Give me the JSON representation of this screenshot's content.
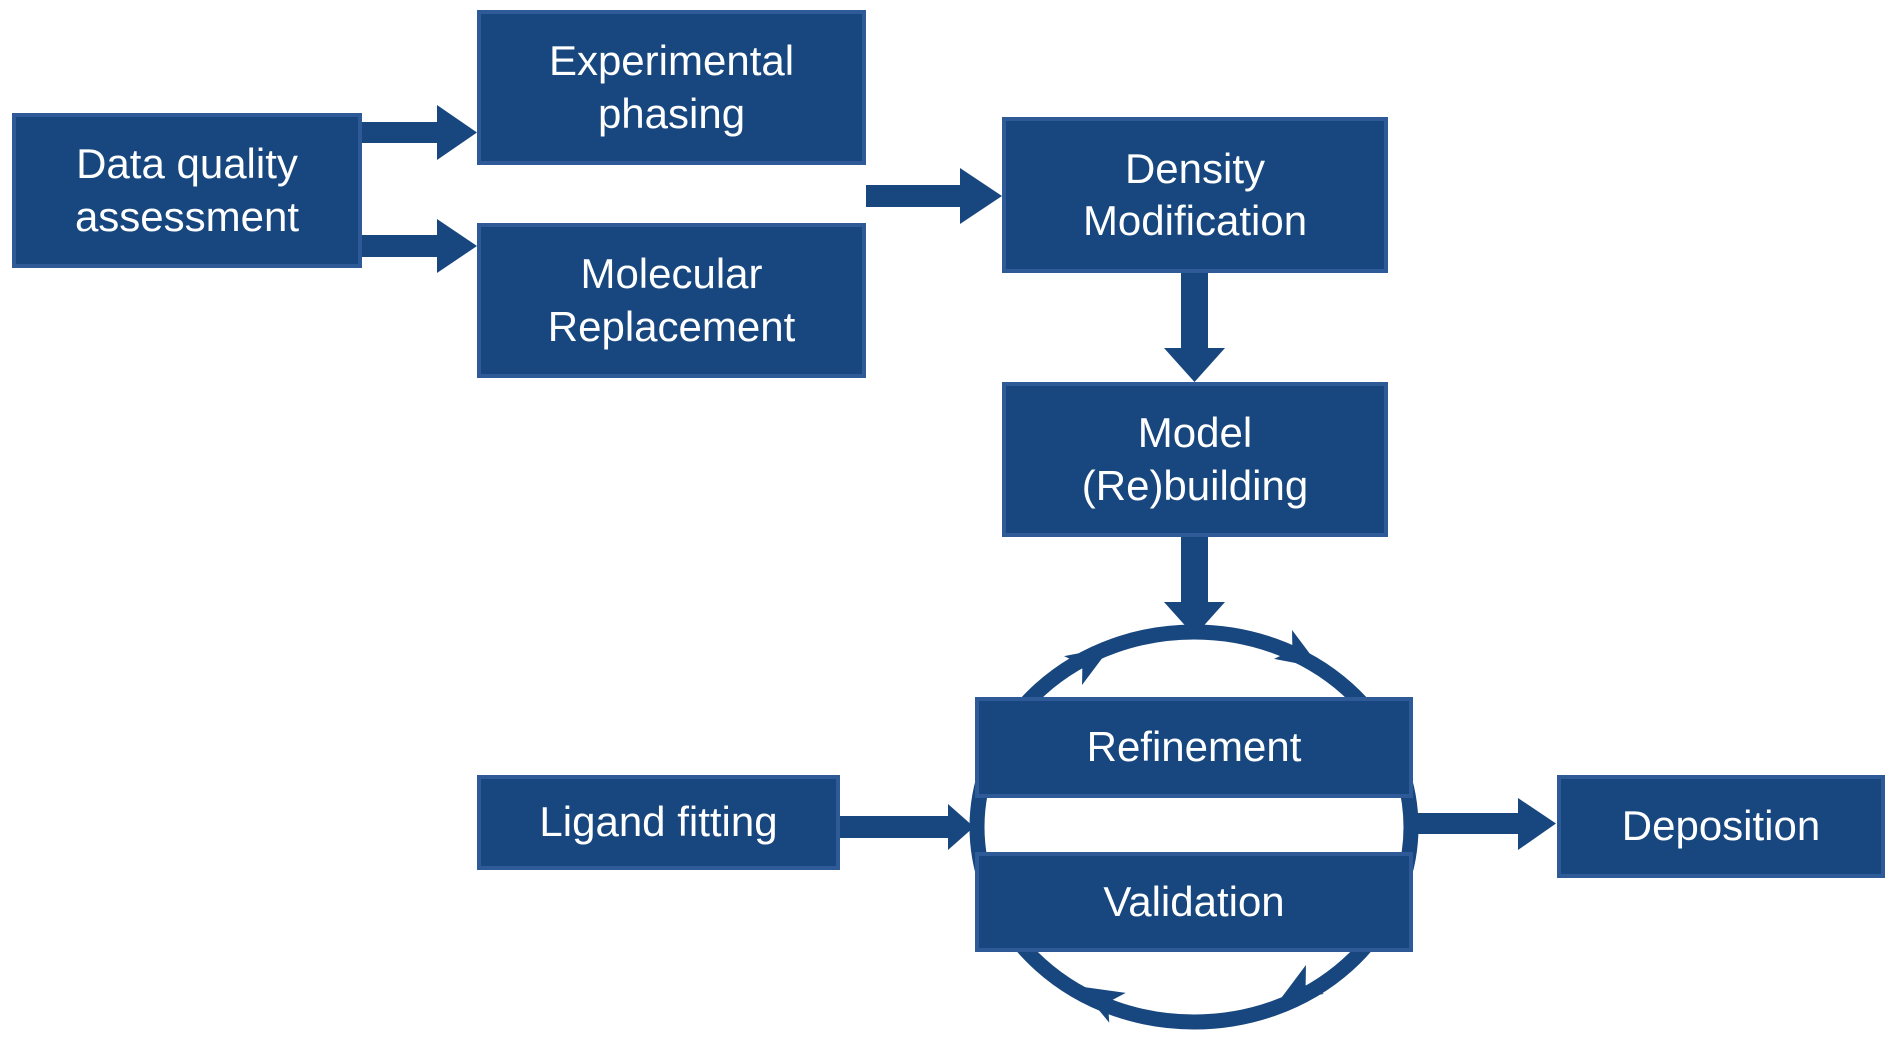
{
  "diagram": {
    "background": "#FFFFFF",
    "colors": {
      "node_fill": "#17477E",
      "node_border": "#2E5B97",
      "connector": "#17477E",
      "text": "#FFFFFF"
    },
    "nodes": {
      "data_quality_assessment": {
        "lines": [
          "Data quality",
          "assessment"
        ]
      },
      "experimental_phasing": {
        "lines": [
          "Experimental",
          "phasing"
        ]
      },
      "molecular_replacement": {
        "lines": [
          "Molecular",
          "Replacement"
        ]
      },
      "density_modification": {
        "lines": [
          "Density",
          "Modification"
        ]
      },
      "model_rebuilding": {
        "lines": [
          "Model",
          "(Re)building"
        ]
      },
      "refinement": {
        "lines": [
          "Refinement"
        ]
      },
      "validation": {
        "lines": [
          "Validation"
        ]
      },
      "ligand_fitting": {
        "lines": [
          "Ligand fitting"
        ]
      },
      "deposition": {
        "lines": [
          "Deposition"
        ]
      }
    },
    "edges": [
      {
        "from": "Data quality assessment",
        "to": "Experimental phasing"
      },
      {
        "from": "Data quality assessment",
        "to": "Molecular Replacement"
      },
      {
        "from": "Experimental phasing / Molecular Replacement",
        "to": "Density Modification"
      },
      {
        "from": "Density Modification",
        "to": "Model (Re)building"
      },
      {
        "from": "Model (Re)building",
        "to": "Refinement-Validation cycle"
      },
      {
        "from": "Ligand fitting",
        "to": "Refinement-Validation cycle"
      },
      {
        "from": "Refinement-Validation cycle",
        "to": "Deposition"
      },
      {
        "cycle": "Refinement and Validation joined by clockwise circular arrows"
      }
    ]
  }
}
